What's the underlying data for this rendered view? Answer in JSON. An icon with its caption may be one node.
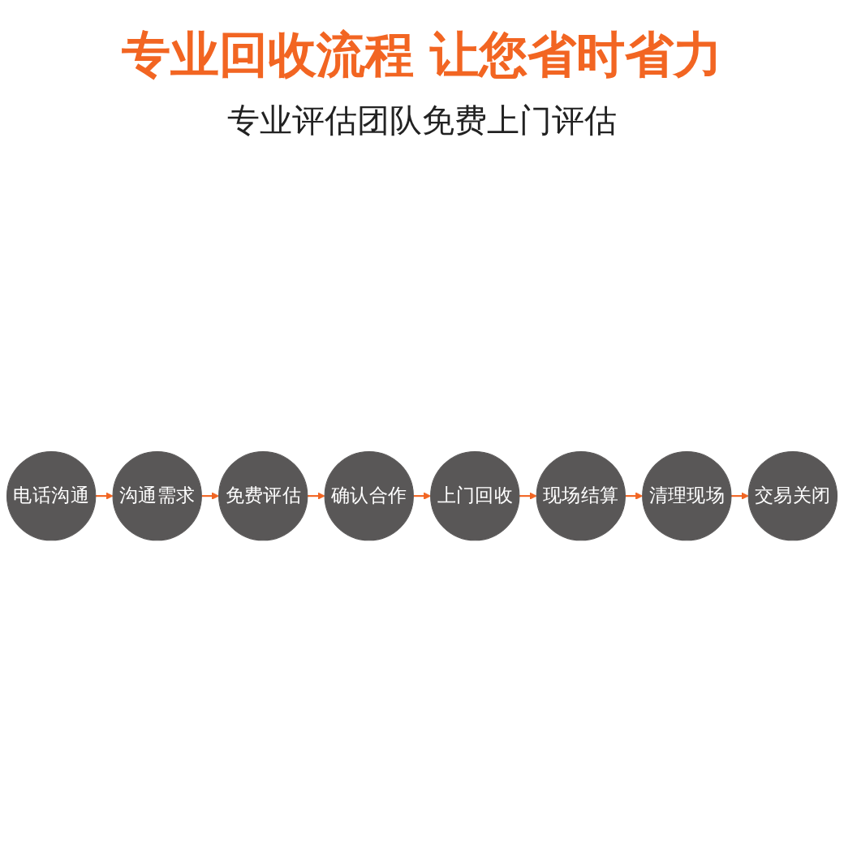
{
  "diagram": {
    "title": "专业回收流程 让您省时省力",
    "nodes": [
      {
        "text": [
          "电话沟通"
        ]
      },
      {
        "text": [
          "沟通需求"
        ]
      },
      {
        "text": [
          "免费评估"
        ]
      },
      {
        "text": [
          "确认合作"
        ]
      },
      {
        "text": [
          "上门回收"
        ]
      },
      {
        "text": [
          "现场结算"
        ]
      },
      {
        "text": [
          "清理现场"
        ]
      },
      {
        "text": [
          "交易关闭"
        ]
      }
    ],
    "edges": [
      {
        "from": 0,
        "to": 1,
        "arrow": "to"
      },
      {
        "from": 1,
        "to": 2,
        "arrow": "to"
      },
      {
        "from": 2,
        "to": 3,
        "arrow": "to"
      },
      {
        "from": 3,
        "to": 4,
        "arrow": "to"
      },
      {
        "from": 4,
        "to": 5,
        "arrow": "to"
      },
      {
        "from": 5,
        "to": 6,
        "arrow": "to"
      },
      {
        "from": 6,
        "to": 7,
        "arrow": "to"
      }
    ],
    "labels": [
      "专业评估团队免费上门评估"
    ]
  }
}
